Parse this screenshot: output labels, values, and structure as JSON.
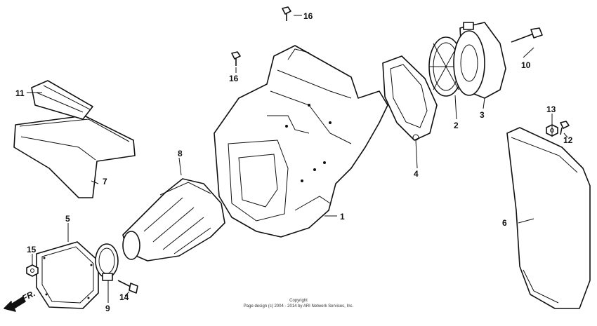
{
  "labels": {
    "p1": "1",
    "p2": "2",
    "p3": "3",
    "p4": "4",
    "p5": "5",
    "p6": "6",
    "p7": "7",
    "p8": "8",
    "p9": "9",
    "p10": "10",
    "p11": "11",
    "p12": "12",
    "p13": "13",
    "p14": "14",
    "p15": "15",
    "p16a": "16",
    "p16b": "16"
  },
  "direction": "FR.",
  "copyright": {
    "line1": "Copyright",
    "line2": "Page design (c) 2004 - 2014 by ARI Network Services, Inc."
  }
}
